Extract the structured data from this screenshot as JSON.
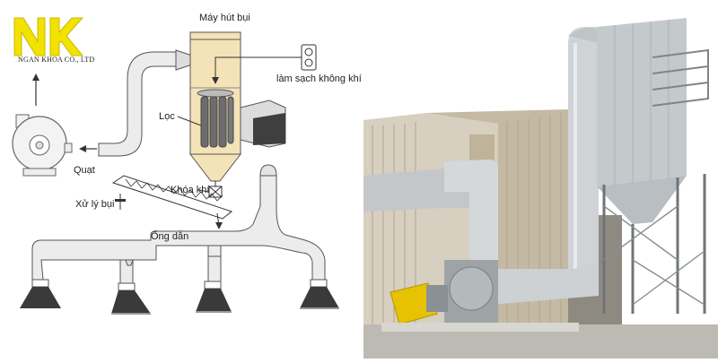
{
  "logo": {
    "mark": "NK",
    "company": "NGAN KHOA CO., LTD"
  },
  "diagram": {
    "labels": {
      "dust_collector": "Máy hút bụi",
      "air_cleaning": "làm sạch không khí",
      "filter": "Lọc",
      "fan": "Quạt",
      "air_lock": "Khóa khí",
      "dust_handling": "Xử lý bụi",
      "duct": "Ống dẫn"
    },
    "colors": {
      "tank": "#f5e3b8",
      "tank_stroke": "#555555",
      "duct_fill": "#ececec",
      "hood": "#3a3a3a",
      "logo_yellow": "#f2e200"
    }
  },
  "photo": {
    "colors": {
      "sky": "#ffffff",
      "building": "#c9c2b3",
      "metal": "#c7cbce",
      "fan_yellow": "#e6c200"
    }
  }
}
